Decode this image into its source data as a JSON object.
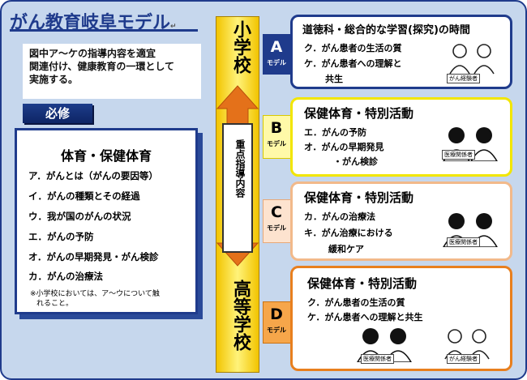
{
  "title": "がん教育岐阜モデル",
  "intro": {
    "lines": [
      "図中ア～ケの指導内容を適宜",
      "関連付け、健康教育の一環として",
      "実施する。"
    ]
  },
  "required_label": "必修",
  "left_box": {
    "title": "体育・保健体育",
    "items": [
      "ア．がんとは（がんの要因等）",
      "イ．がんの種類とその経過",
      "ウ．我が国のがんの状況",
      "エ．がんの予防",
      "オ．がんの早期発見・がん検診",
      "カ．がんの治療法"
    ],
    "note_lines": [
      "※小学校においては、ア～ウについて触",
      "れること。"
    ]
  },
  "center": {
    "top": "小学校",
    "middle": "重点指導内容",
    "bottom": "高等学校"
  },
  "paragraph_mark": "↵",
  "model_word": "モデル",
  "panels": [
    {
      "letter": "A",
      "title": "道徳科・総合的な学習(探究)の時間",
      "items": [
        "ク．がん患者の生活の質",
        "ケ．がん患者への理解と",
        "共生"
      ],
      "badges": [
        "がん経験者"
      ],
      "colors": {
        "border": "#1f3b8c",
        "tab": "#1f3b8c",
        "tab_text": "#ffffff"
      }
    },
    {
      "letter": "B",
      "title": "保健体育・特別活動",
      "items": [
        "エ．がんの予防",
        "オ．がんの早期発見",
        "・がん検診"
      ],
      "badges": [
        "医療関係者"
      ],
      "colors": {
        "border": "#f2e600",
        "tab": "#fff9a8",
        "tab_text": "#000000"
      }
    },
    {
      "letter": "C",
      "title": "保健体育・特別活動",
      "items": [
        "カ．がんの治療法",
        "キ．がん治療における",
        "緩和ケア"
      ],
      "badges": [
        "医療関係者"
      ],
      "colors": {
        "border": "#f2b98a",
        "tab": "#fde3cf",
        "tab_text": "#000000"
      }
    },
    {
      "letter": "D",
      "title": "保健体育・特別活動",
      "items": [
        "ク．がん患者の生活の質",
        "ケ．がん患者への理解と共生"
      ],
      "badges": [
        "医療関係者",
        "がん経験者"
      ],
      "colors": {
        "border": "#e87f1e",
        "tab": "#f6a64a",
        "tab_text": "#000000"
      }
    }
  ],
  "colors": {
    "background": "#c6d7ed",
    "navy": "#1f3b8c",
    "center_gold": "#f2c400",
    "arrow_orange": "#e4711a"
  }
}
